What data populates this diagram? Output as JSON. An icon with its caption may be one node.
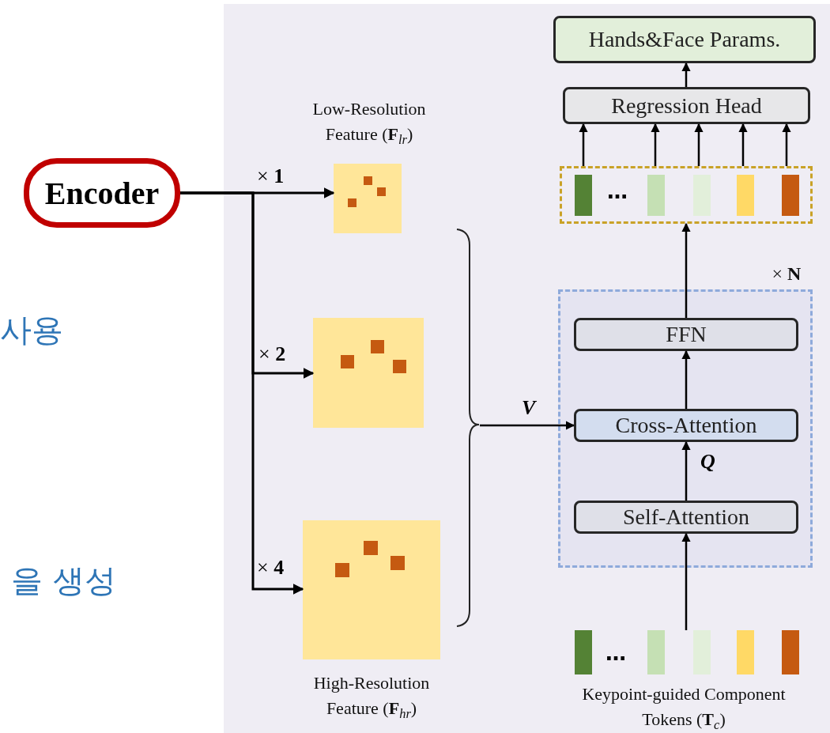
{
  "diagram": {
    "nodes": [
      {
        "text": [
          "Encoder"
        ]
      },
      {
        "text": [],
        "shape": "box",
        "beside": [
          "Low-Resolution Feature (**F**$_{lr}$)"
        ]
      },
      {
        "text": [],
        "shape": "box"
      },
      {
        "text": [],
        "shape": "box",
        "beside": [
          "High-Resolution Feature (**F**$_{hr}$)"
        ]
      },
      {
        "text": [],
        "shape": "box",
        "beside": [
          "× **N**"
        ]
      },
      {
        "text": [
          "FFN"
        ],
        "in": 4
      },
      {
        "text": [
          "Cross-Attention"
        ],
        "in": 4
      },
      {
        "text": [
          "Self-Attention"
        ],
        "in": 4
      },
      {
        "text": [],
        "shape": "box"
      },
      {
        "text": [
          "Regression Head"
        ]
      },
      {
        "text": [
          "Hands&Face Params."
        ]
      },
      {
        "text": [],
        "shape": "bar",
        "beside": [
          "Keypoint-guided Component Tokens (**T**$_{c}$)"
        ]
      },
      {
        "text": [],
        "shape": "brace"
      }
    ],
    "edges": [
      {
        "from": 0,
        "to": 1,
        "arrow": "to",
        "label": "× **1**"
      },
      {
        "from": 0,
        "to": 2,
        "arrow": "to",
        "label": "× **2**"
      },
      {
        "from": 0,
        "to": 3,
        "arrow": "to",
        "label": "× **4**"
      },
      {
        "from": 12,
        "to": 6,
        "arrow": "to",
        "label": "V"
      },
      {
        "from": 7,
        "to": 6,
        "arrow": "to",
        "label": "Q"
      },
      {
        "from": 6,
        "to": 5,
        "arrow": "to"
      },
      {
        "from": 11,
        "to": 7,
        "arrow": "to"
      },
      {
        "from": 5,
        "to": 8,
        "arrow": "to"
      },
      {
        "from": 8,
        "to": 9,
        "arrow": "to"
      },
      {
        "from": 8,
        "to": 9,
        "arrow": "to"
      },
      {
        "from": 8,
        "to": 9,
        "arrow": "to"
      },
      {
        "from": 8,
        "to": 9,
        "arrow": "to"
      },
      {
        "from": 8,
        "to": 9,
        "arrow": "to"
      },
      {
        "from": 9,
        "to": 10,
        "arrow": "to"
      }
    ],
    "labels": [
      "사용",
      "을 생성",
      "…",
      "…"
    ]
  }
}
